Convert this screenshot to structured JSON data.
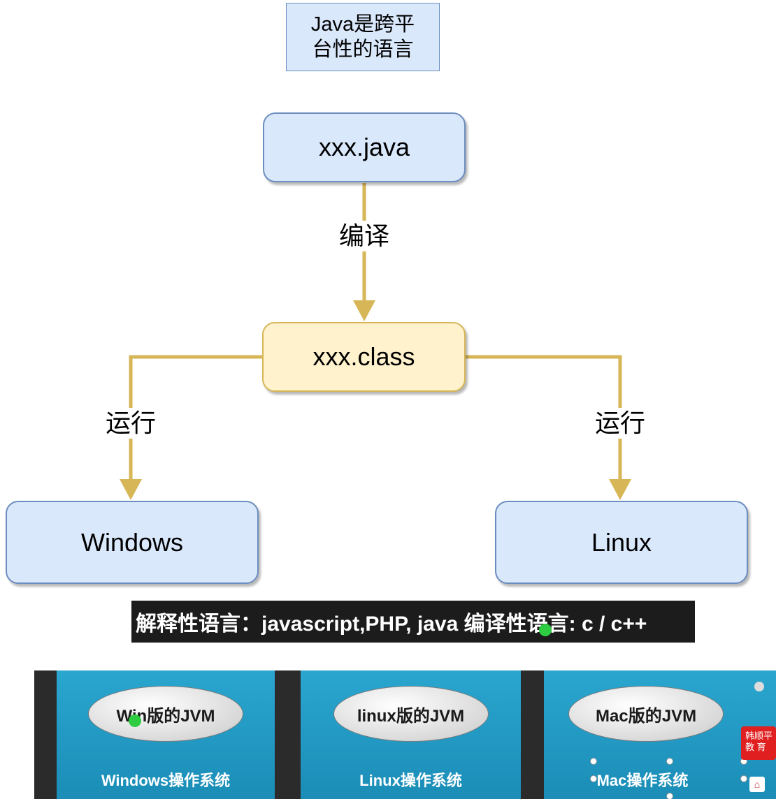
{
  "note": {
    "line1": "Java是跨平",
    "line2": "台性的语言"
  },
  "nodes": {
    "source": "xxx.java",
    "bytecode": "xxx.class",
    "windows": "Windows",
    "linux": "Linux"
  },
  "edges": {
    "compile": "编译",
    "run_left": "运行",
    "run_right": "运行"
  },
  "colors": {
    "arrow": "#d6b656",
    "node_fill": "#dae8fc",
    "node_border": "#6c8ebf",
    "class_fill": "#fff2cc"
  },
  "banner": {
    "text": "解释性语言：javascript,PHP, java  编译性语言: c / c++"
  },
  "slide": {
    "panels": [
      {
        "jvm": "Win版的JVM",
        "os": "Windows操作系统"
      },
      {
        "jvm": "linux版的JVM",
        "os": "Linux操作系统"
      },
      {
        "jvm": "Mac版的JVM",
        "os": "Mac操作系统"
      }
    ],
    "badge": "韩顺平 教 育"
  }
}
